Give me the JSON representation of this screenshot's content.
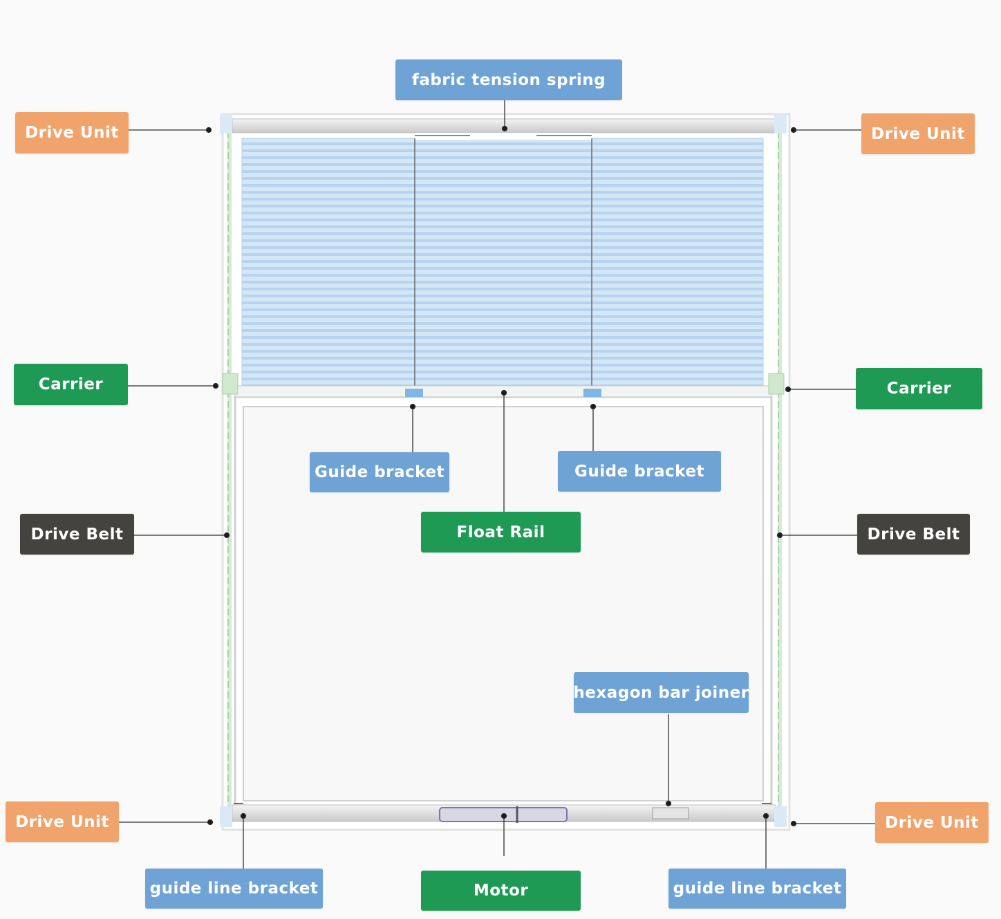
{
  "colors": {
    "drive_unit": "#f0a46c",
    "component_blue": "#6fa3d6",
    "component_green": "#1f9a55",
    "drive_belt": "#44433f",
    "fabric": "#cfe4f6",
    "frame": "#e6e6e6"
  },
  "labels": {
    "fabric_tension_spring": "fabric tension spring",
    "drive_unit_top_left": "Drive Unit",
    "drive_unit_top_right": "Drive Unit",
    "drive_unit_bottom_left": "Drive Unit",
    "drive_unit_bottom_right": "Drive Unit",
    "carrier_left": "Carrier",
    "carrier_right": "Carrier",
    "guide_bracket_left": "Guide bracket",
    "guide_bracket_right": "Guide bracket",
    "float_rail": "Float Rail",
    "drive_belt_left": "Drive Belt",
    "drive_belt_right": "Drive Belt",
    "hexagon_bar_joiner": "hexagon bar joiner",
    "guide_line_bracket_left": "guide line bracket",
    "guide_line_bracket_right": "guide line bracket",
    "motor": "Motor"
  }
}
